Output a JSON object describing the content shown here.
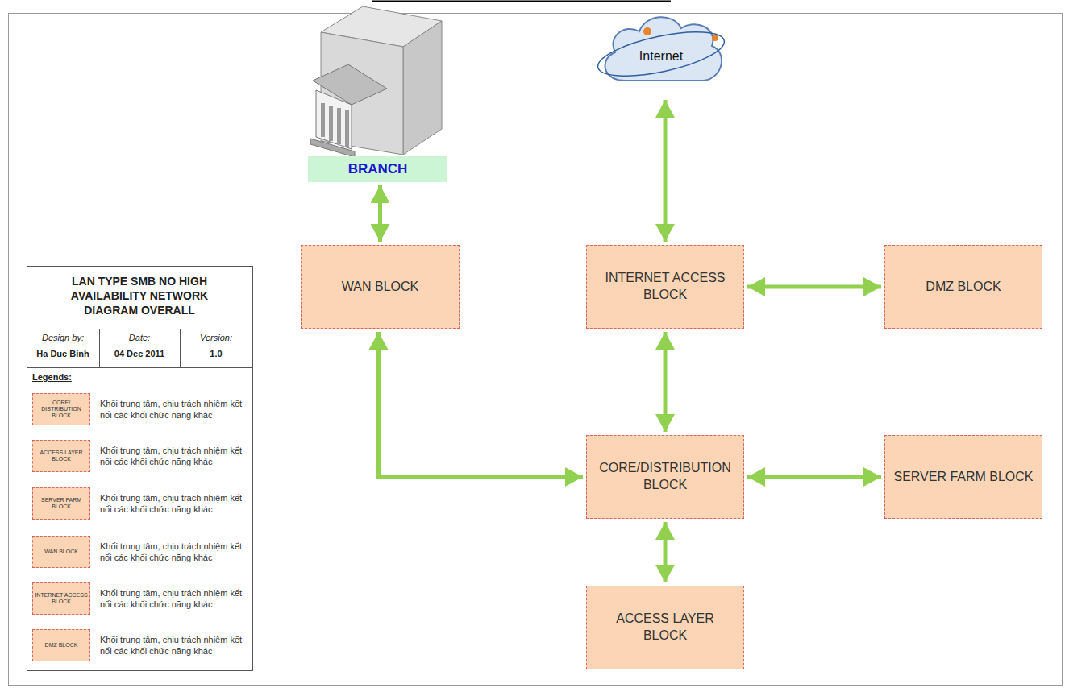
{
  "diagram": {
    "title": "LAN TYPE SMB NO HIGH AVAILABILITY NETWORK DIAGRAM OVERALL",
    "nodes": [
      {
        "text": [
          "BRANCH"
        ]
      },
      {
        "text": [
          "Internet"
        ]
      },
      {
        "text": [
          "WAN BLOCK"
        ]
      },
      {
        "text": [
          "INTERNET ACCESS BLOCK"
        ]
      },
      {
        "text": [
          "DMZ BLOCK"
        ]
      },
      {
        "text": [
          "CORE/DISTRIBUTION BLOCK"
        ]
      },
      {
        "text": [
          "SERVER FARM BLOCK"
        ]
      },
      {
        "text": [
          "ACCESS LAYER BLOCK"
        ]
      }
    ],
    "edges": [
      {
        "from": 0,
        "to": 2,
        "arrow": "both"
      },
      {
        "from": 1,
        "to": 3,
        "arrow": "both"
      },
      {
        "from": 3,
        "to": 4,
        "arrow": "both"
      },
      {
        "from": 3,
        "to": 5,
        "arrow": "both"
      },
      {
        "from": 2,
        "to": 5,
        "arrow": "both"
      },
      {
        "from": 5,
        "to": 6,
        "arrow": "both"
      },
      {
        "from": 5,
        "to": 7,
        "arrow": "both"
      }
    ],
    "labels": [
      "Design by:",
      "Date:",
      "Version:",
      "Ha Duc Binh",
      "04 Dec 2011",
      "1.0",
      "Legends:",
      "CORE/ DISTRIBUTION BLOCK",
      "ACCESS LAYER BLOCK",
      "SERVER FARM BLOCK",
      "WAN BLOCK",
      "INTERNET ACCESS BLOCK",
      "DMZ BLOCK"
    ],
    "legend": [
      {
        "text": "Khối trung tâm, chịu trách nhiệm kết nối các khối chức năng khác",
        "color": "#fbd5b5"
      },
      {
        "text": "Khối trung tâm, chịu trách nhiệm kết nối các khối chức năng khác",
        "color": "#fbd5b5"
      },
      {
        "text": "Khối trung tâm, chịu trách nhiệm kết nối các khối chức năng khác",
        "color": "#fbd5b5"
      },
      {
        "text": "Khối trung tâm, chịu trách nhiệm kết nối các khối chức năng khác",
        "color": "#fbd5b5"
      },
      {
        "text": "Khối trung tâm, chịu trách nhiệm kết nối các khối chức năng khác",
        "color": "#fbd5b5"
      },
      {
        "text": "Khối trung tâm, chịu trách nhiệm kết nối các khối chức năng khác",
        "color": "#fbd5b5"
      }
    ]
  }
}
